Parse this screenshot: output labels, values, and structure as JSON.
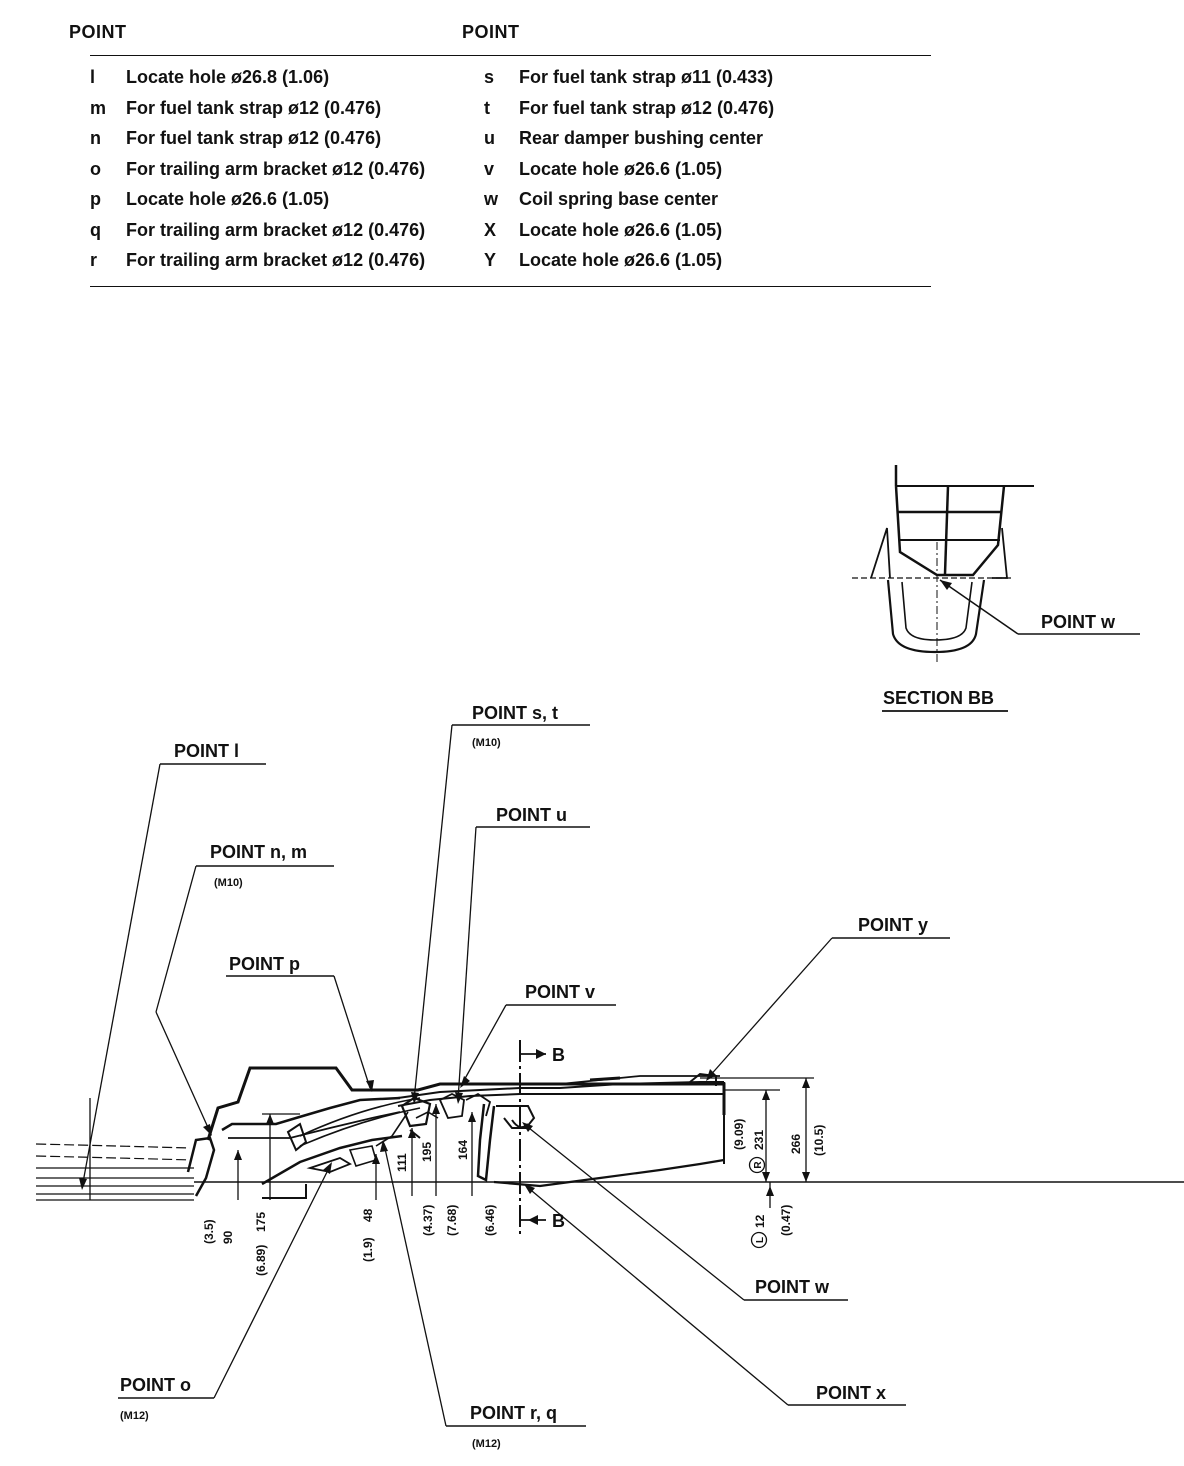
{
  "table": {
    "left_header": "POINT",
    "right_header": "POINT",
    "left_rows": [
      {
        "letter": "l",
        "text": "Locate hole ø26.8 (1.06)"
      },
      {
        "letter": "m",
        "text": "For fuel tank strap ø12 (0.476)"
      },
      {
        "letter": "n",
        "text": "For fuel tank strap ø12 (0.476)"
      },
      {
        "letter": "o",
        "text": "For trailing arm bracket ø12 (0.476)"
      },
      {
        "letter": "p",
        "text": "Locate hole ø26.6 (1.05)"
      },
      {
        "letter": "q",
        "text": "For trailing arm bracket ø12 (0.476)"
      },
      {
        "letter": "r",
        "text": "For trailing arm bracket ø12 (0.476)"
      }
    ],
    "right_rows": [
      {
        "letter": "s",
        "text": "For fuel tank strap ø11 (0.433)"
      },
      {
        "letter": "t",
        "text": "For fuel tank strap ø12 (0.476)"
      },
      {
        "letter": "u",
        "text": "Rear damper bushing center"
      },
      {
        "letter": "v",
        "text": "Locate hole ø26.6 (1.05)"
      },
      {
        "letter": "w",
        "text": "Coil spring base center"
      },
      {
        "letter": "X",
        "text": "Locate hole ø26.6 (1.05)"
      },
      {
        "letter": "Y",
        "text": "Locate hole ø26.6 (1.05)"
      }
    ]
  },
  "section": {
    "title": "SECTION BB",
    "point_label": "POINT  w"
  },
  "callouts": {
    "point_l": "POINT  l",
    "point_nm": "POINT  n, m",
    "point_nm_sub": "(M10)",
    "point_p": "POINT  p",
    "point_st": "POINT  s, t",
    "point_st_sub": "(M10)",
    "point_u": "POINT  u",
    "point_v": "POINT  v",
    "point_y": "POINT  y",
    "point_w": "POINT  w",
    "point_x": "POINT  x",
    "point_o": "POINT  o",
    "point_o_sub": "(M12)",
    "point_rq": "POINT  r, q",
    "point_rq_sub": "(M12)"
  },
  "section_marks": {
    "top": "B",
    "bottom": "B"
  },
  "dimensions": {
    "d_35": "(3.5)",
    "d_90": "90",
    "d_689": "(6.89)",
    "d_175": "175",
    "d_19": "(1.9)",
    "d_48": "48",
    "d_111": "111",
    "d_437": "(4.37)",
    "d_195": "195",
    "d_768": "(7.68)",
    "d_164": "164",
    "d_646": "(6.46)",
    "d_909": "(9.09)",
    "d_231": "231",
    "d_r": "R",
    "d_266": "266",
    "d_105": "(10.5)",
    "d_l": "L",
    "d_12": "12",
    "d_047": "(0.47)"
  }
}
